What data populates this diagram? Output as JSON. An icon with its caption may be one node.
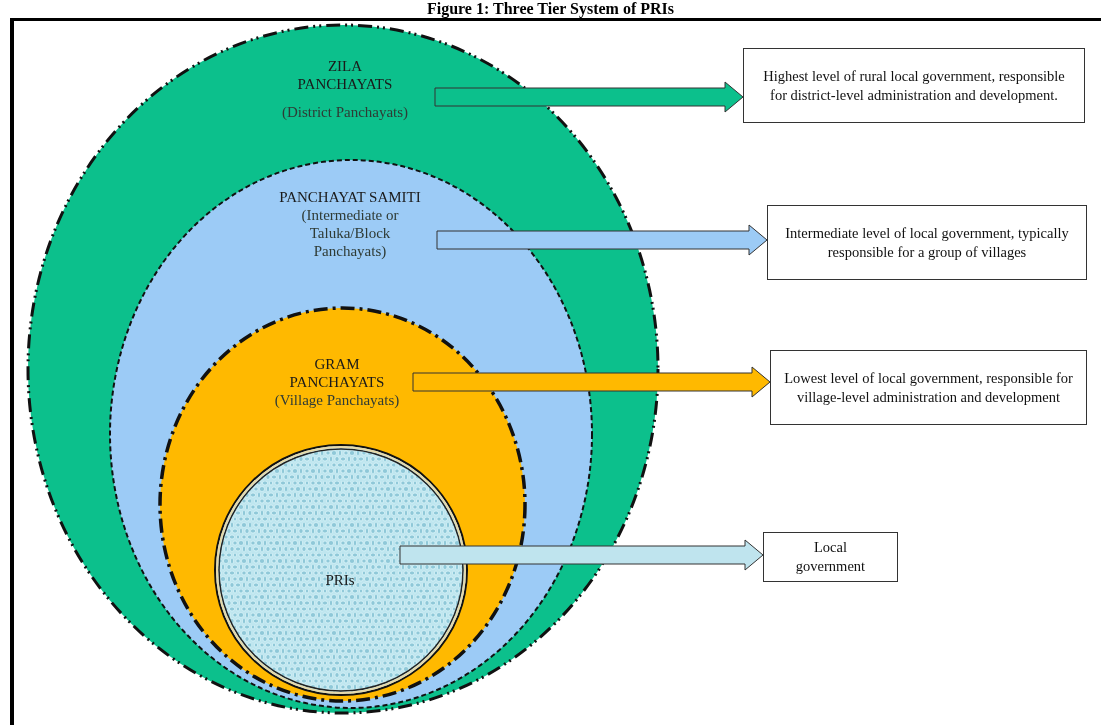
{
  "diagram": {
    "title": "Figure 1: Three Tier System of PRIs",
    "nodes": [
      {
        "text": [
          "ZILA PANCHAYATS",
          "(District Panchayats)"
        ]
      },
      {
        "text": [
          "PANCHAYAT SAMITI",
          "(Intermediate or Taluka/Block Panchayats)"
        ],
        "in": 0
      },
      {
        "text": [
          "GRAM PANCHAYATS",
          "(Village Panchayats)"
        ],
        "in": 1
      },
      {
        "text": [
          "PRIs"
        ],
        "in": 2
      },
      {
        "text": [
          "Highest level of  rural local government, responsible for district-level administration and development."
        ]
      },
      {
        "text": [
          "Intermediate level of  local government, typically responsible for a group of  villages"
        ]
      },
      {
        "text": [
          "Lowest level of  local government, responsible for village-level administration and development"
        ]
      },
      {
        "text": [
          "Local government"
        ]
      }
    ],
    "edges": [
      {
        "from": 0,
        "to": 4,
        "arrow": "to",
        "style": "thick",
        "color": "#0cc08c"
      },
      {
        "from": 1,
        "to": 5,
        "arrow": "to",
        "style": "thick",
        "color": "#9ccbf6"
      },
      {
        "from": 2,
        "to": 6,
        "arrow": "to",
        "style": "thick",
        "color": "#ffb900"
      },
      {
        "from": 3,
        "to": 7,
        "arrow": "to",
        "style": "thick",
        "color": "#bfe4ee"
      }
    ]
  }
}
